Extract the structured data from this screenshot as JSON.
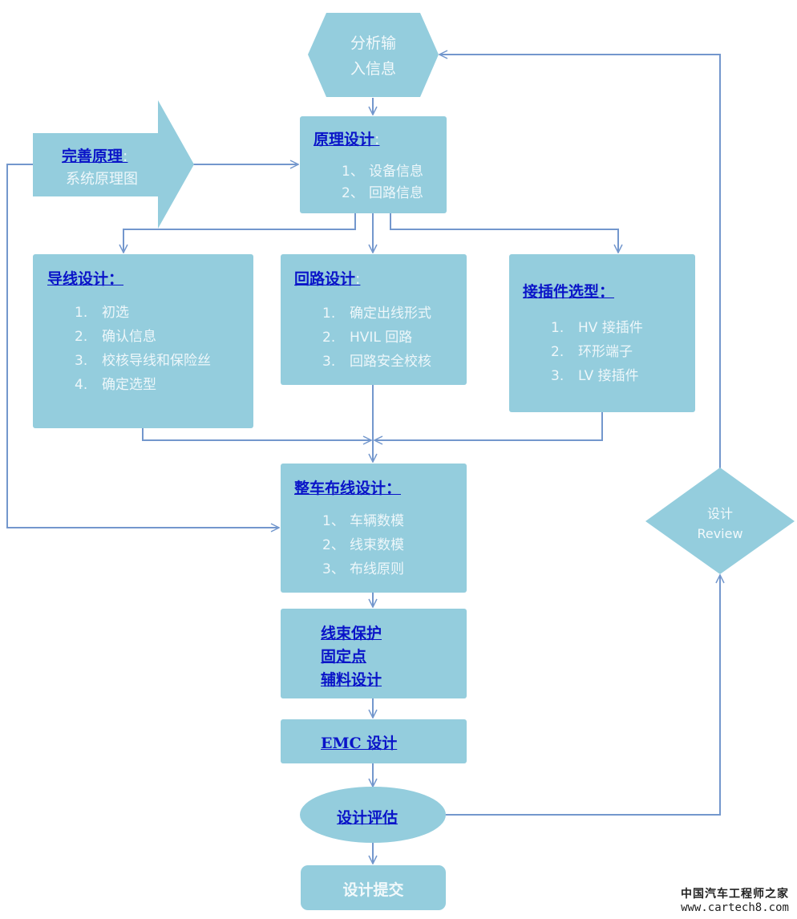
{
  "nodes": {
    "analyze_input": {
      "line1": "分析输",
      "line2": "入信息"
    },
    "refine_principle": {
      "title": "完善原理",
      "colon": ":",
      "subtitle": "系统原理图"
    },
    "principle_design": {
      "title": "原理设计",
      "colon": ":",
      "items": [
        {
          "num": "1、",
          "text": "设备信息"
        },
        {
          "num": "2、",
          "text": "回路信息"
        }
      ]
    },
    "wire_design": {
      "title": "导线设计：",
      "items": [
        {
          "num": "1.",
          "text": "初选"
        },
        {
          "num": "2.",
          "text": "确认信息"
        },
        {
          "num": "3.",
          "text": "校核导线和保险丝"
        },
        {
          "num": "4.",
          "text": "确定选型"
        }
      ]
    },
    "circuit_design": {
      "title": "回路设计",
      "colon": ":",
      "items": [
        {
          "num": "1.",
          "text": "确定出线形式"
        },
        {
          "num": "2.",
          "text": "HVIL 回路"
        },
        {
          "num": "3.",
          "text": "回路安全校核"
        }
      ]
    },
    "connector_selection": {
      "title": "接插件选型：",
      "items": [
        {
          "num": "1.",
          "text": "HV 接插件"
        },
        {
          "num": "2.",
          "text": "环形端子"
        },
        {
          "num": "3.",
          "text": "LV 接插件"
        }
      ]
    },
    "vehicle_routing": {
      "title": "整车布线设计：",
      "items": [
        {
          "num": "1、",
          "text": "车辆数模"
        },
        {
          "num": "2、",
          "text": "线束数模"
        },
        {
          "num": "3、",
          "text": "布线原则"
        }
      ]
    },
    "harness_protection": {
      "lines": [
        "线束保护",
        "固定点",
        "辅料设计"
      ]
    },
    "emc_design": {
      "title": "EMC 设计"
    },
    "design_evaluation": {
      "title": "设计评估"
    },
    "design_submit": {
      "label": "设计提交"
    },
    "design_review": {
      "line1": "设计",
      "line2": "Review"
    }
  },
  "colors": {
    "node_fill": "#94cddd",
    "connector": "#5b86c5",
    "title_text": "#0a14c8",
    "body_text": "#eef7fa"
  },
  "watermark": {
    "name": "中国汽车工程师之家",
    "url": "www.cartech8.com"
  }
}
